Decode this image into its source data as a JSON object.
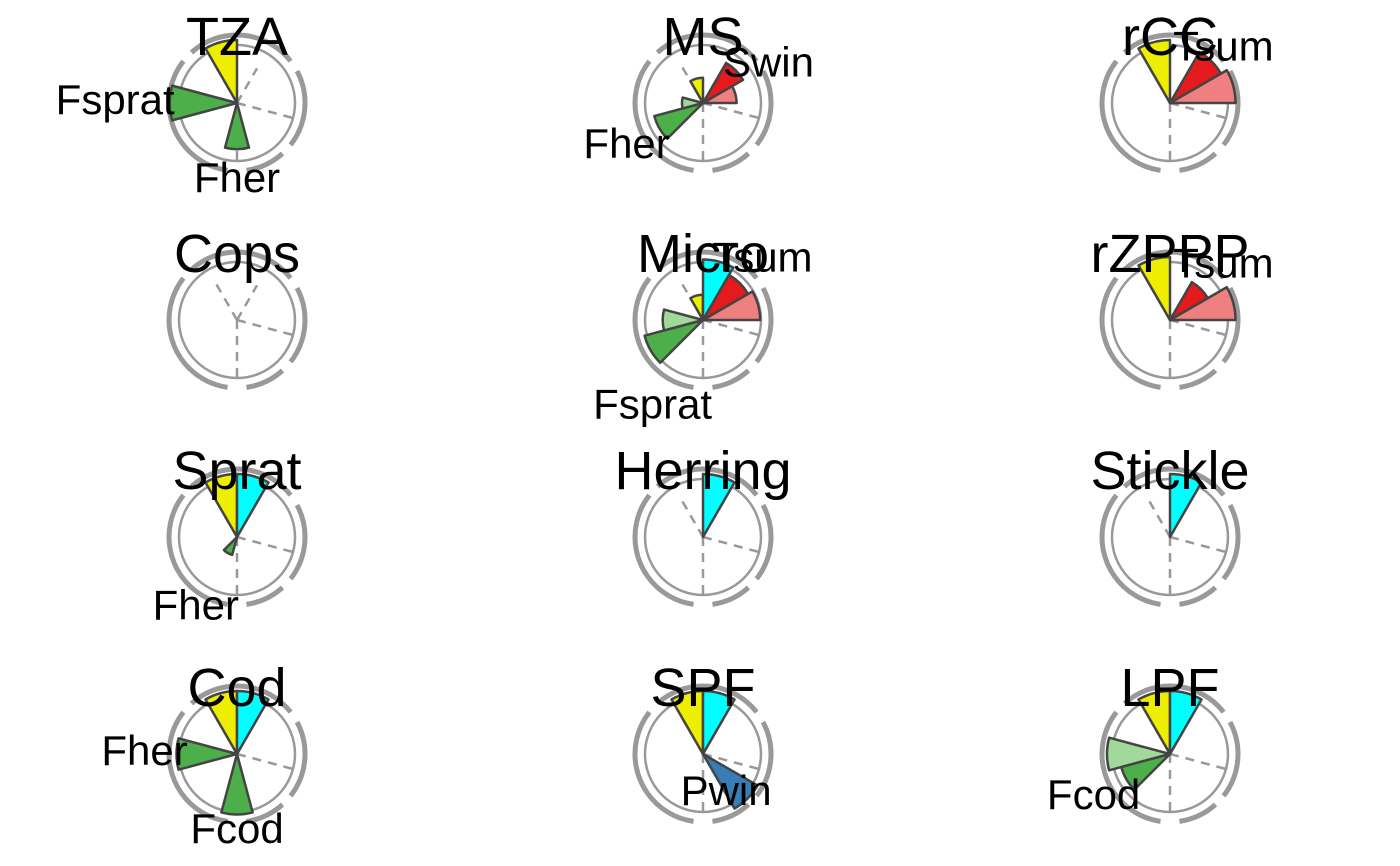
{
  "chart_data": {
    "type": "rose",
    "grid": false,
    "legend": "none",
    "colors": {
      "yellow": "#EEEE00",
      "cyan": "#00FFFF",
      "red": "#E41A1C",
      "pink": "#F08080",
      "green": "#4DAF4A",
      "lightgreen": "#A1D99B",
      "blue": "#377EB8",
      "ring": "#999999",
      "outline": "#444444"
    },
    "panels": [
      {
        "title": "TZA",
        "wedges": [
          {
            "start": -30,
            "end": 0,
            "r": 0.75,
            "color": "yellow"
          },
          {
            "start": 255,
            "end": 285,
            "r": 0.8,
            "color": "green"
          },
          {
            "start": 165,
            "end": 195,
            "r": 0.55,
            "color": "green"
          }
        ],
        "labels": [
          {
            "text": "Fsprat",
            "angle": 270,
            "r": 1.45
          },
          {
            "text": "Fher",
            "angle": 180,
            "r": 0.93
          }
        ]
      },
      {
        "title": "MS",
        "wedges": [
          {
            "start": -30,
            "end": 0,
            "r": 0.3,
            "color": "yellow"
          },
          {
            "start": 30,
            "end": 60,
            "r": 0.55,
            "color": "red"
          },
          {
            "start": 60,
            "end": 90,
            "r": 0.4,
            "color": "pink"
          },
          {
            "start": 225,
            "end": 255,
            "r": 0.6,
            "color": "green"
          },
          {
            "start": 255,
            "end": 285,
            "r": 0.25,
            "color": "lightgreen"
          }
        ],
        "labels": [
          {
            "text": "Swin",
            "angle": 60,
            "r": 0.9
          },
          {
            "text": "Fher",
            "angle": 240,
            "r": 1.05
          }
        ]
      },
      {
        "title": "rCC",
        "wedges": [
          {
            "start": -30,
            "end": 0,
            "r": 0.75,
            "color": "yellow"
          },
          {
            "start": 30,
            "end": 60,
            "r": 0.7,
            "color": "red"
          },
          {
            "start": 60,
            "end": 90,
            "r": 0.78,
            "color": "pink"
          }
        ],
        "labels": [
          {
            "text": "Tsum",
            "angle": 45,
            "r": 0.9
          }
        ]
      },
      {
        "title": "Cops",
        "wedges": [],
        "labels": []
      },
      {
        "title": "Micro",
        "wedges": [
          {
            "start": -30,
            "end": 0,
            "r": 0.3,
            "color": "yellow"
          },
          {
            "start": 0,
            "end": 30,
            "r": 0.72,
            "color": "cyan"
          },
          {
            "start": 30,
            "end": 60,
            "r": 0.62,
            "color": "red"
          },
          {
            "start": 60,
            "end": 90,
            "r": 0.68,
            "color": "pink"
          },
          {
            "start": 225,
            "end": 255,
            "r": 0.72,
            "color": "green"
          },
          {
            "start": 255,
            "end": 285,
            "r": 0.48,
            "color": "lightgreen"
          }
        ],
        "labels": [
          {
            "text": "Tsum",
            "angle": 45,
            "r": 1.0
          },
          {
            "text": "Fsprat",
            "angle": 210,
            "r": 1.2
          }
        ]
      },
      {
        "title": "rZPPP",
        "wedges": [
          {
            "start": -30,
            "end": 0,
            "r": 0.75,
            "color": "yellow"
          },
          {
            "start": 30,
            "end": 60,
            "r": 0.52,
            "color": "red"
          },
          {
            "start": 60,
            "end": 90,
            "r": 0.78,
            "color": "pink"
          }
        ],
        "labels": [
          {
            "text": "Tsum",
            "angle": 45,
            "r": 0.9
          }
        ]
      },
      {
        "title": "Sprat",
        "wedges": [
          {
            "start": -30,
            "end": 0,
            "r": 0.75,
            "color": "yellow"
          },
          {
            "start": 0,
            "end": 30,
            "r": 0.75,
            "color": "cyan"
          },
          {
            "start": 195,
            "end": 225,
            "r": 0.22,
            "color": "green"
          }
        ],
        "labels": [
          {
            "text": "Fher",
            "angle": 210,
            "r": 0.98
          }
        ]
      },
      {
        "title": "Herring",
        "wedges": [
          {
            "start": 0,
            "end": 30,
            "r": 0.75,
            "color": "cyan"
          }
        ],
        "labels": []
      },
      {
        "title": "Stickle",
        "wedges": [
          {
            "start": 0,
            "end": 30,
            "r": 0.75,
            "color": "cyan"
          }
        ],
        "labels": []
      },
      {
        "title": "Cod",
        "wedges": [
          {
            "start": -30,
            "end": 0,
            "r": 0.75,
            "color": "yellow"
          },
          {
            "start": 0,
            "end": 30,
            "r": 0.75,
            "color": "cyan"
          },
          {
            "start": 255,
            "end": 285,
            "r": 0.72,
            "color": "green"
          },
          {
            "start": 165,
            "end": 195,
            "r": 0.72,
            "color": "green"
          }
        ],
        "labels": [
          {
            "text": "Fher",
            "angle": 270,
            "r": 1.1
          },
          {
            "text": "Fcod",
            "angle": 180,
            "r": 0.93
          }
        ]
      },
      {
        "title": "SPF",
        "wedges": [
          {
            "start": -30,
            "end": 0,
            "r": 0.75,
            "color": "yellow"
          },
          {
            "start": 0,
            "end": 30,
            "r": 0.75,
            "color": "cyan"
          },
          {
            "start": 120,
            "end": 150,
            "r": 0.75,
            "color": "blue"
          }
        ],
        "labels": [
          {
            "text": "Pwin",
            "angle": 150,
            "r": 0.55
          }
        ]
      },
      {
        "title": "LPF",
        "wedges": [
          {
            "start": -30,
            "end": 0,
            "r": 0.75,
            "color": "yellow"
          },
          {
            "start": 0,
            "end": 30,
            "r": 0.75,
            "color": "cyan"
          },
          {
            "start": 255,
            "end": 285,
            "r": 0.75,
            "color": "lightgreen"
          },
          {
            "start": 225,
            "end": 255,
            "r": 0.6,
            "color": "green"
          }
        ],
        "labels": [
          {
            "text": "Fcod",
            "angle": 240,
            "r": 1.05
          }
        ]
      }
    ]
  }
}
